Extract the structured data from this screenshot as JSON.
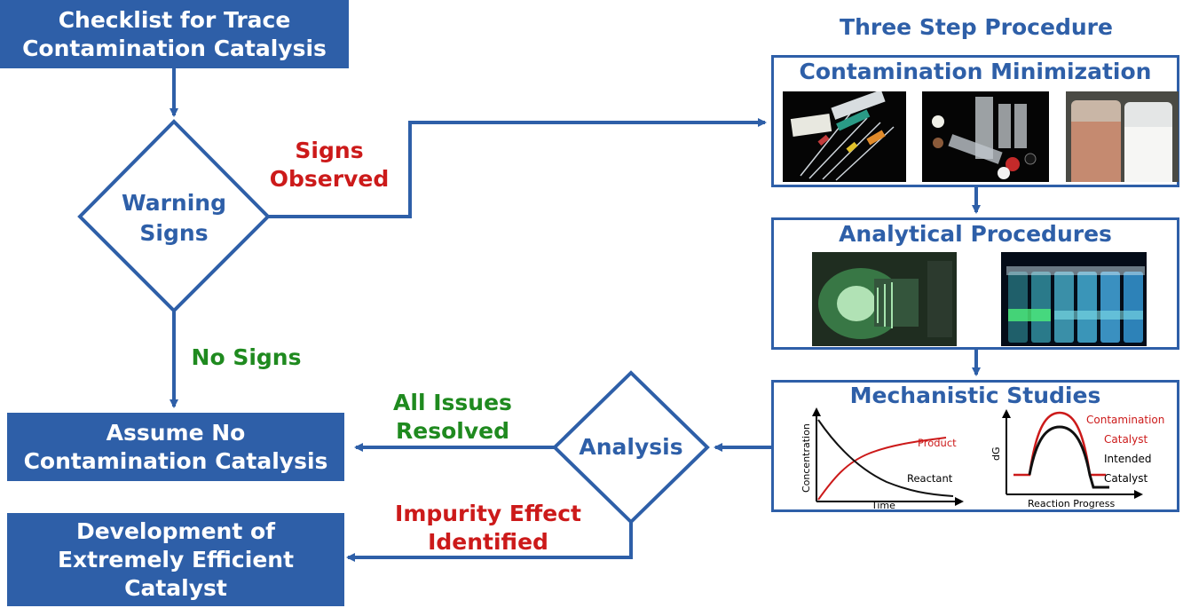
{
  "start_box": {
    "line1": "Checklist for Trace",
    "line2": "Contamination Catalysis"
  },
  "decision_warning": {
    "line1": "Warning",
    "line2": "Signs"
  },
  "branch_signs": {
    "line1": "Signs",
    "line2": "Observed"
  },
  "branch_no_signs": "No Signs",
  "procedure_heading": "Three Step Procedure",
  "panel_minimization": {
    "title": "Contamination Minimization",
    "images": [
      "syringes-and-needles-photo",
      "vials-and-caps-photo",
      "powder-jars-photo"
    ]
  },
  "panel_analytical": {
    "title": "Analytical Procedures",
    "images": [
      "instrument-green-photo",
      "fluorescent-vials-photo"
    ]
  },
  "panel_mechanistic": {
    "title": "Mechanistic Studies",
    "kinetics_plot": {
      "ylabel": "Concentration",
      "xlabel": "Time",
      "product_label": "Product",
      "reactant_label": "Reactant"
    },
    "energy_plot": {
      "ylabel": "dG",
      "xlabel": "Reaction Progress",
      "contamination_line1": "Contamination",
      "contamination_line2": "Catalyst",
      "intended_line1": "Intended",
      "intended_line2": "Catalyst"
    }
  },
  "decision_analysis": "Analysis",
  "branch_resolved": {
    "line1": "All Issues",
    "line2": "Resolved"
  },
  "branch_impurity": {
    "line1": "Impurity Effect",
    "line2": "Identified"
  },
  "result_no_contamination": {
    "line1": "Assume No",
    "line2": "Contamination Catalysis"
  },
  "result_efficient": {
    "line1": "Development of",
    "line2": "Extremely Efficient",
    "line3": "Catalyst"
  },
  "colors": {
    "blue": "#2e5fa8",
    "red": "#cc1a1a",
    "green": "#1f8a1f",
    "curve_red": "#cc1a1a",
    "curve_black": "#111111"
  }
}
